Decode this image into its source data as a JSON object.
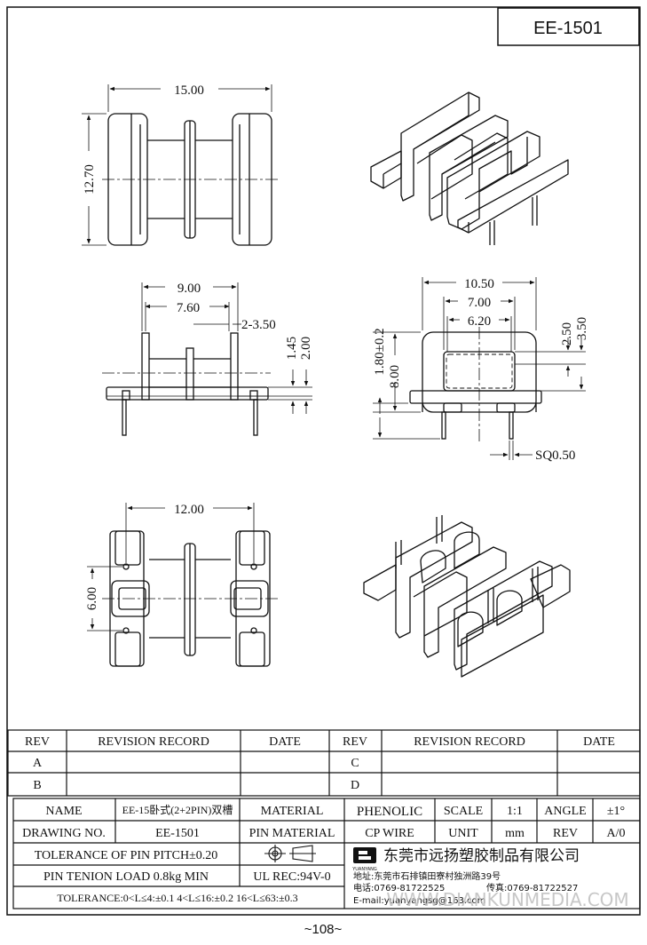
{
  "title_code": "EE-1501",
  "dims": {
    "top_width": "15.00",
    "top_height": "12.70",
    "side_9": "9.00",
    "side_7_6": "7.60",
    "side_2_3_5": "2-3.50",
    "side_1_45": "1.45",
    "side_2": "2.00",
    "front_10_5": "10.50",
    "front_7": "7.00",
    "front_6_2": "6.20",
    "front_2_5": "2.50",
    "front_3_5": "3.50",
    "front_1_8": "1.80±0.2",
    "front_8": "8.00",
    "front_sq": "SQ0.50",
    "bottom_12": "12.00",
    "bottom_6": "6.00"
  },
  "revision_table": {
    "headers": [
      "REV",
      "REVISION RECORD",
      "DATE",
      "REV",
      "REVISION RECORD",
      "DATE"
    ],
    "rows": [
      [
        "A",
        "",
        "",
        "C",
        "",
        ""
      ],
      [
        "B",
        "",
        "",
        "D",
        "",
        ""
      ]
    ]
  },
  "spec": {
    "name_label": "NAME",
    "name_value": "EE-15卧式(2+2PIN)双槽",
    "material_label": "MATERIAL",
    "material_value": "PHENOLIC",
    "scale_label": "SCALE",
    "scale_value": "1:1",
    "angle_label": "ANGLE",
    "angle_value": "±1°",
    "drawing_no_label": "DRAWING NO.",
    "drawing_no_value": "EE-1501",
    "pin_material_label": "PIN MATERIAL",
    "pin_material_value": "CP WIRE",
    "unit_label": "UNIT",
    "unit_value": "mm",
    "rev_label": "REV",
    "rev_value": "A/0",
    "tolerance_pitch": "TOLERANCE OF PIN PITCH±0.20",
    "pin_load": "PIN TENION LOAD 0.8kg MIN",
    "ul": "UL REC:94V-0",
    "tolerance_general": "TOLERANCE:0<L≤4:±0.1  4<L≤16:±0.2   16<L≤63:±0.3"
  },
  "company": {
    "name": "东莞市远扬塑胶制品有限公司",
    "logo_text": "YUANYANG",
    "address": "地址:东莞市石排镇田寮村独洲路39号",
    "tel": "电话:0769-81722525",
    "fax": "传真:0769-81722527",
    "email": "E-mail:yuanyangsg@163.com"
  },
  "watermark": "WWW.DIANKUNMEDIA.COM",
  "page_number": "~108~"
}
